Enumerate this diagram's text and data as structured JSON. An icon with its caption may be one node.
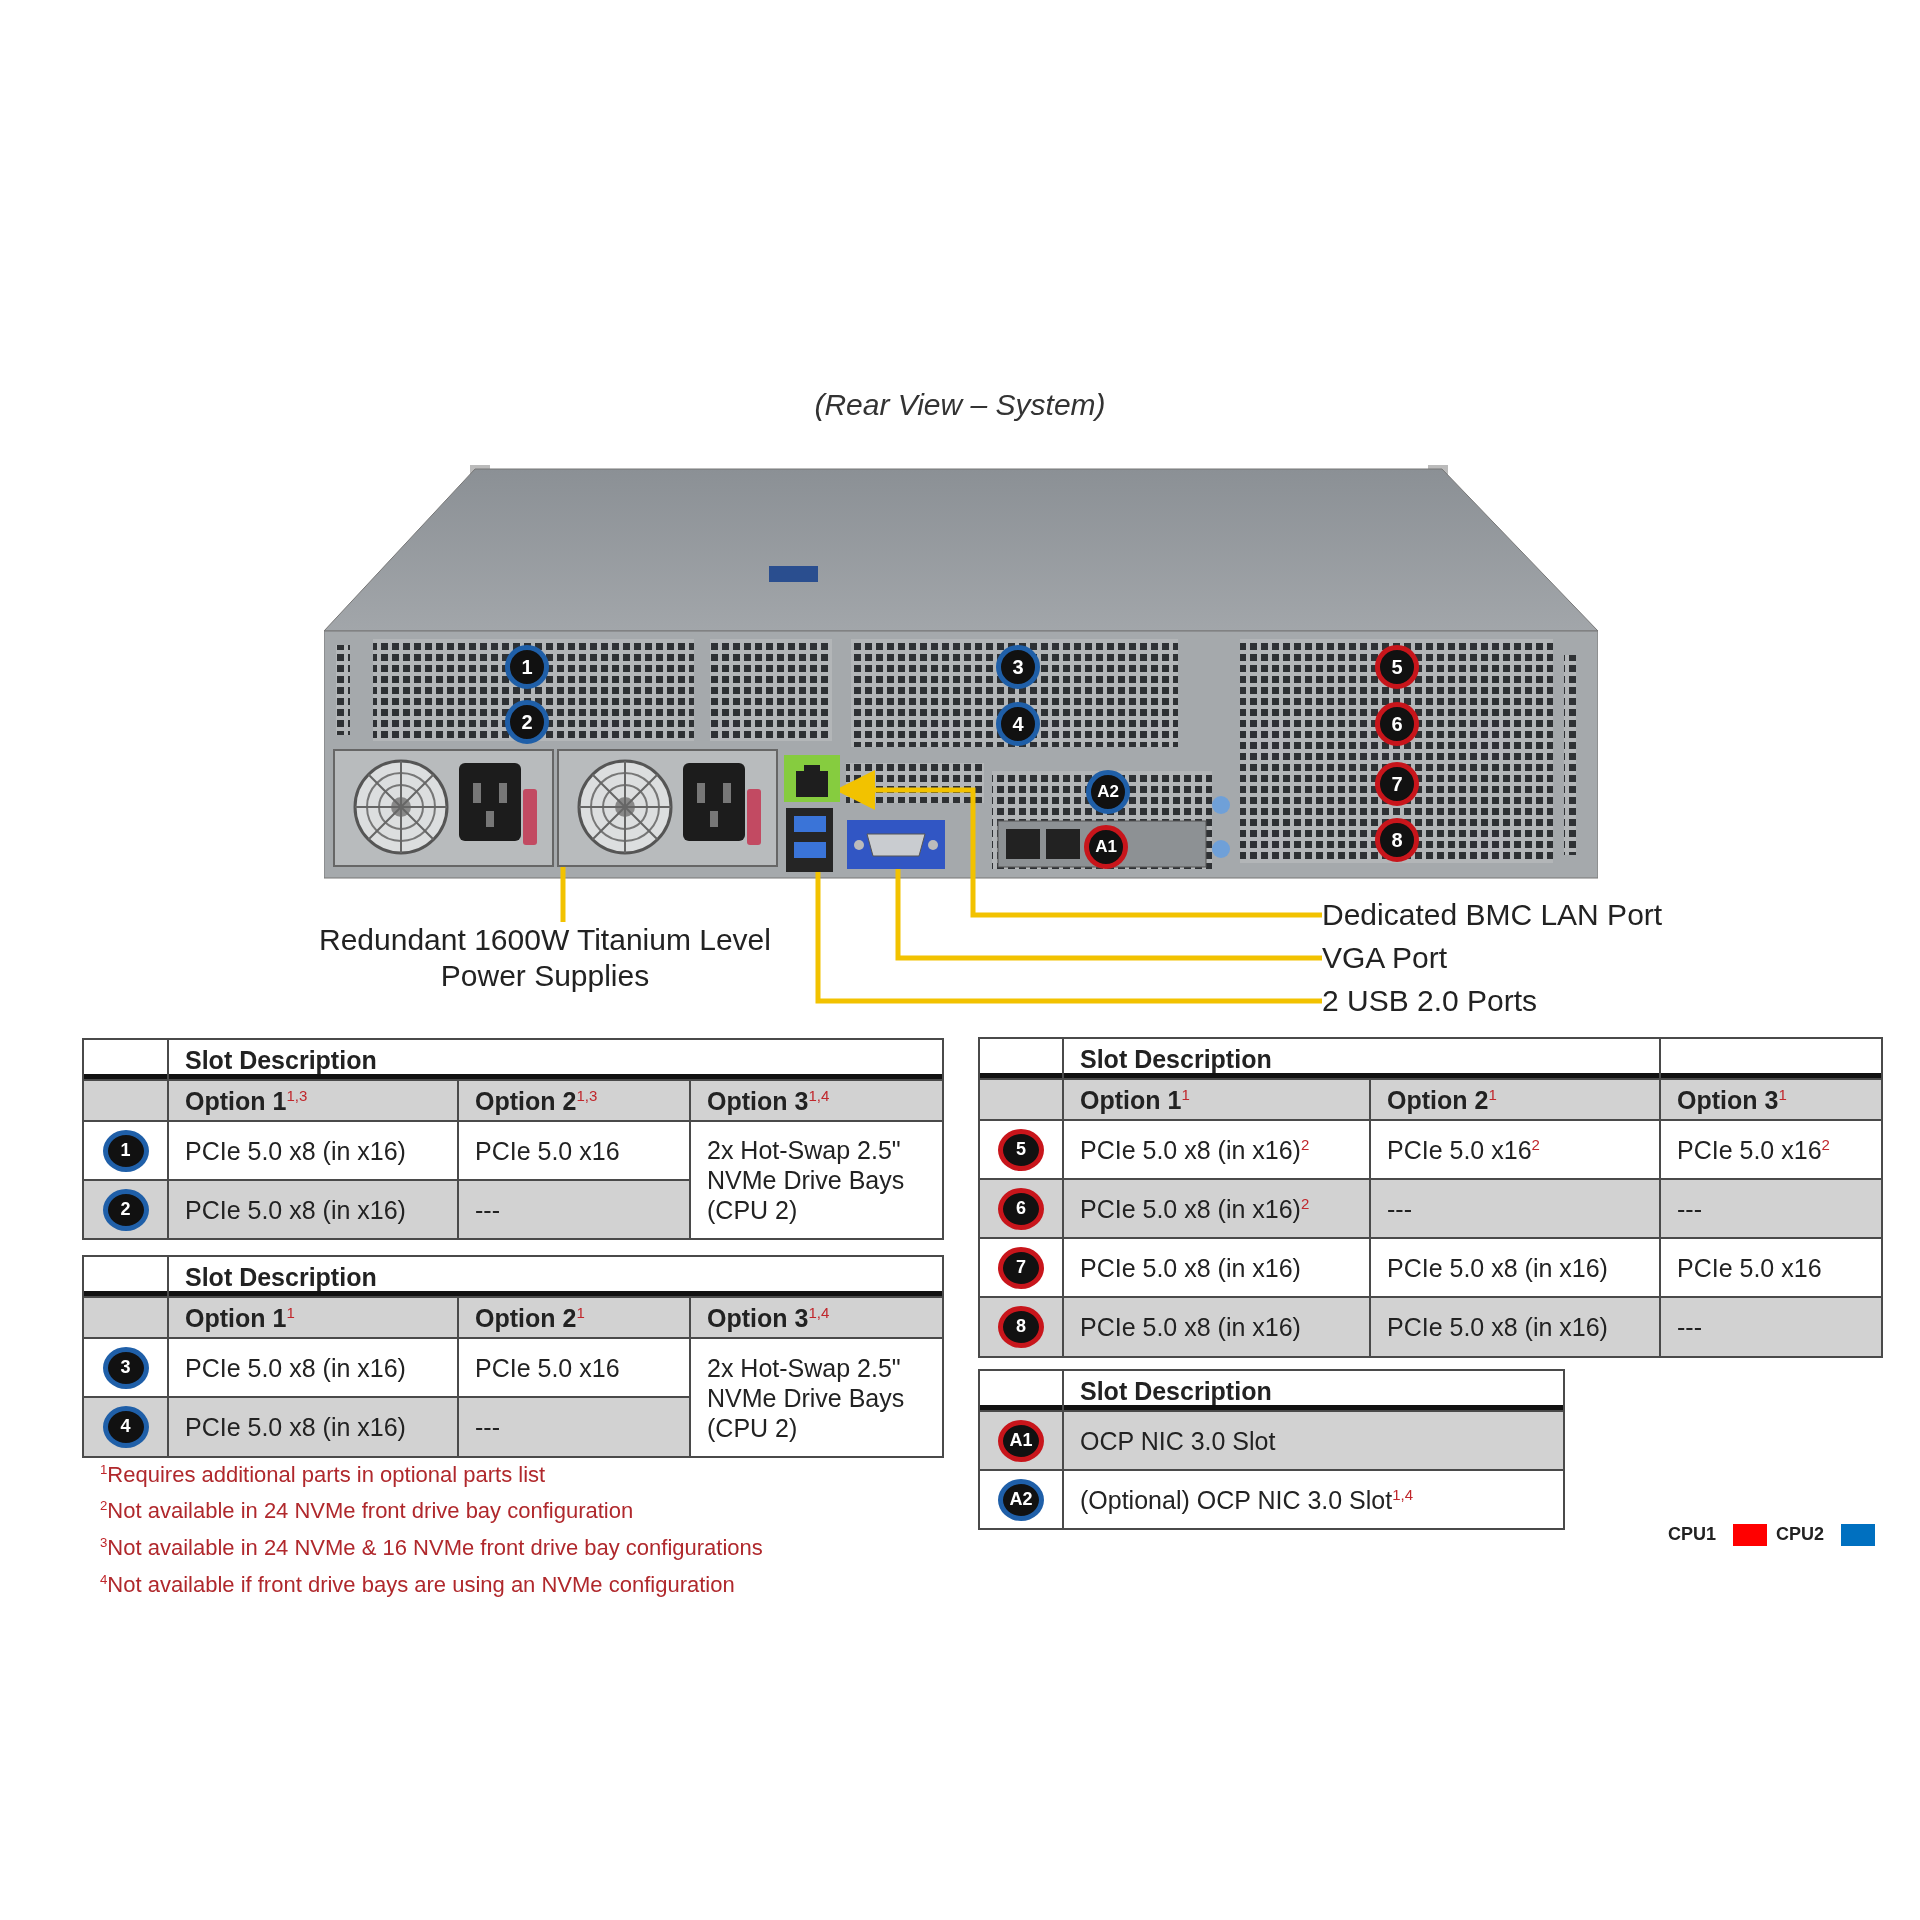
{
  "diagram": {
    "title": "(Rear View – System)",
    "nodes": [
      {
        "text": [
          "1"
        ]
      },
      {
        "text": [
          "2"
        ]
      },
      {
        "text": [
          "3"
        ]
      },
      {
        "text": [
          "4"
        ]
      },
      {
        "text": [
          "5"
        ]
      },
      {
        "text": [
          "6"
        ]
      },
      {
        "text": [
          "7"
        ]
      },
      {
        "text": [
          "8"
        ]
      },
      {
        "text": [
          "A2"
        ]
      },
      {
        "text": [
          "A1"
        ]
      },
      {
        "text": [],
        "shape": "picture"
      },
      {
        "text": [],
        "shape": "picture"
      },
      {
        "text": [],
        "shape": "picture"
      },
      {
        "text": [],
        "shape": "picture"
      },
      {
        "text": [
          "Redundant 1600W Titanium Level Power Supplies"
        ]
      },
      {
        "text": [
          "Dedicated BMC LAN Port"
        ]
      },
      {
        "text": [
          "VGA Port"
        ]
      },
      {
        "text": [
          "2 USB 2.0 Ports"
        ]
      },
      {
        "text": [
          "1"
        ]
      },
      {
        "text": [
          "2"
        ]
      },
      {
        "text": [
          "3"
        ]
      },
      {
        "text": [
          "4"
        ]
      },
      {
        "text": [
          "5"
        ]
      },
      {
        "text": [
          "6"
        ]
      },
      {
        "text": [
          "7"
        ]
      },
      {
        "text": [
          "8"
        ]
      },
      {
        "text": [
          "A1"
        ]
      },
      {
        "text": [
          "A2"
        ]
      }
    ],
    "edges": [
      {
        "from": 14,
        "to": 10,
        "arrow": "none"
      },
      {
        "from": 15,
        "to": 11,
        "arrow": "to"
      },
      {
        "from": 16,
        "to": 13,
        "arrow": "none"
      },
      {
        "from": 17,
        "to": 12,
        "arrow": "none"
      }
    ],
    "labels": [
      "Slot Description",
      "Option 1$^{1,3}$",
      "Option 2$^{1,3}$",
      "Option 3$^{1,4}$",
      "PCIe 5.0 x8 (in x16)",
      "PCIe 5.0 x16",
      "2x Hot-Swap 2.5\" NVMe Drive Bays (CPU 2)",
      "PCIe 5.0 x8 (in x16)",
      "---",
      "Slot Description",
      "Option 1$^{1}$",
      "Option 2$^{1}$",
      "Option 3$^{1,4}$",
      "PCIe 5.0 x8 (in x16)",
      "PCIe 5.0 x16",
      "2x Hot-Swap 2.5\" NVMe Drive Bays (CPU 2)",
      "PCIe 5.0 x8 (in x16)",
      "---",
      "$^{1}$Requires additional parts in optional parts list",
      "$^{2}$Not available in 24 NVMe front drive bay configuration",
      "$^{3}$Not available in 24 NVMe & 16 NVMe front drive bay configurations",
      "$^{4}$Not available if front drive bays are using an NVMe configuration",
      "Slot Description",
      "Option 1$^{1}$",
      "Option 2$^{1}$",
      "Option 3$^{1}$",
      "PCIe 5.0 x8 (in x16)$^{2}$",
      "PCIe 5.0 x16$^{2}$",
      "PCIe 5.0 x16$^{2}$",
      "PCIe 5.0 x8 (in x16)$^{2}$",
      "---",
      "---",
      "PCIe 5.0 x8 (in x16)",
      "PCIe 5.0 x8 (in x16)",
      "PCIe 5.0 x16",
      "PCIe 5.0 x8 (in x16)",
      "PCIe 5.0 x8 (in x16)",
      "---",
      "Slot Description",
      "OCP NIC 3.0 Slot",
      "(Optional) OCP NIC 3.0 Slot$^{1,4}$"
    ],
    "legend": [
      {
        "text": "CPU1",
        "color": "#ff0000"
      },
      {
        "text": "CPU2",
        "color": "#0070c0"
      }
    ]
  }
}
